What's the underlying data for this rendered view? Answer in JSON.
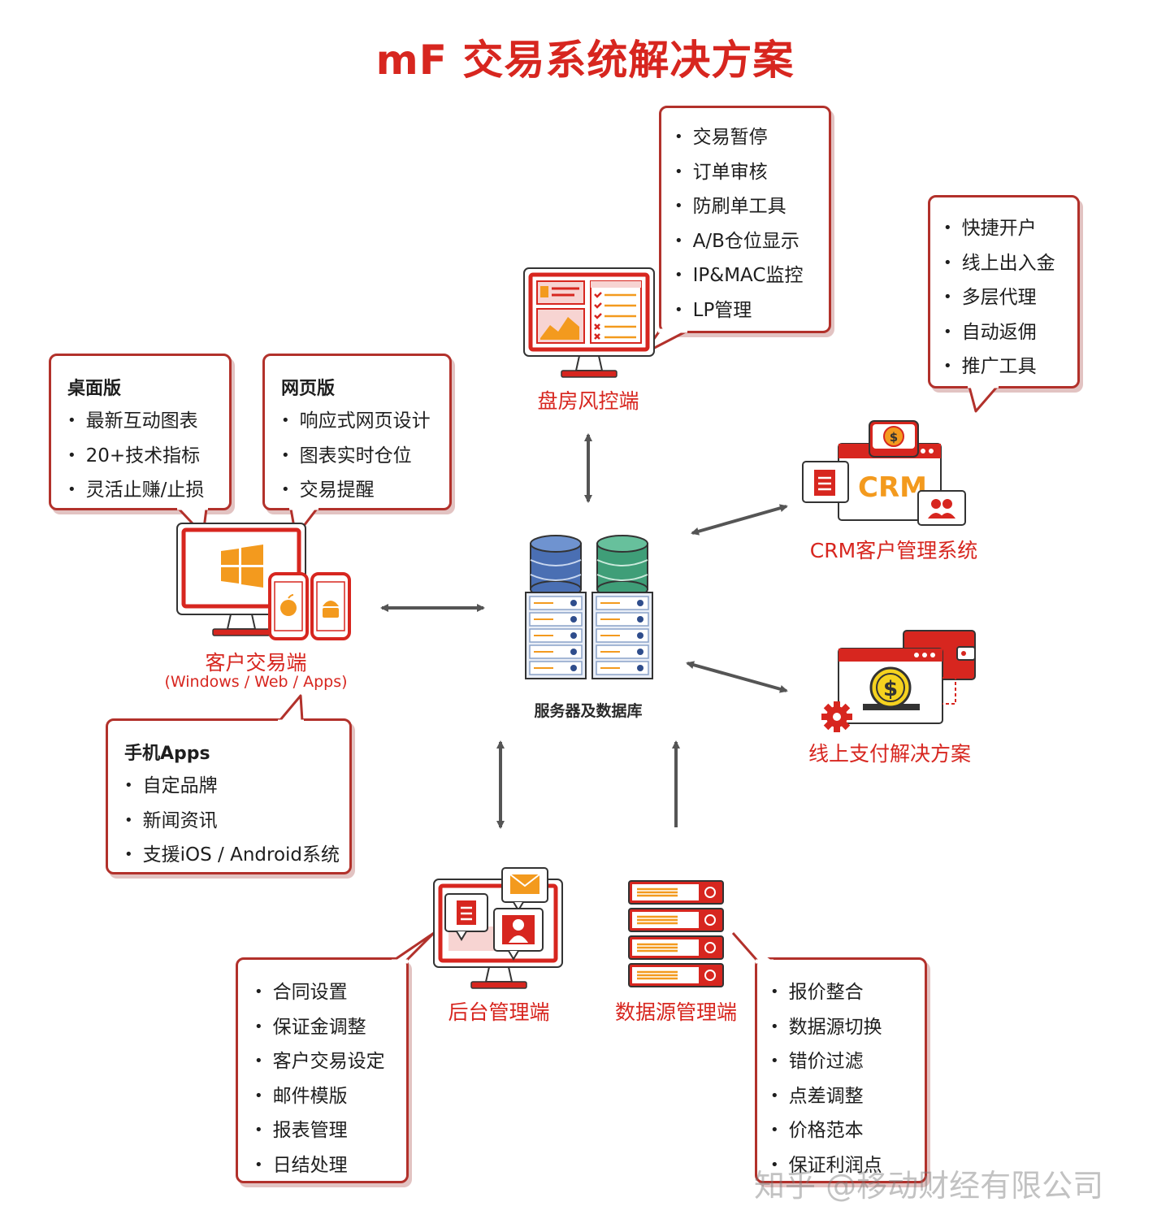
{
  "title": "mF 交易系统解决方案",
  "callouts": {
    "risk": {
      "items": [
        "交易暂停",
        "订单审核",
        "防刷单工具",
        "A/B仓位显示",
        "IP&MAC监控",
        "LP管理"
      ]
    },
    "crm": {
      "items": [
        "快捷开户",
        "线上出入金",
        "多层代理",
        "自动返佣",
        "推广工具"
      ]
    },
    "desktop": {
      "heading": "桌面版",
      "items": [
        "最新互动图表",
        "20+技术指标",
        "灵活止赚/止损"
      ]
    },
    "web": {
      "heading": "网页版",
      "items": [
        "响应式网页设计",
        "图表实时仓位",
        "交易提醒"
      ]
    },
    "mobile": {
      "heading": "手机Apps",
      "items": [
        "自定品牌",
        "新闻资讯",
        "支援iOS / Android系统"
      ]
    },
    "backend": {
      "items": [
        "合同设置",
        "保证金调整",
        "客户交易设定",
        "邮件模版",
        "报表管理",
        "日结处理"
      ]
    },
    "datasource": {
      "items": [
        "报价整合",
        "数据源切换",
        "错价过滤",
        "点差调整",
        "价格范本",
        "保证利润点"
      ]
    }
  },
  "nodes": {
    "risk": "盘房风控端",
    "crm": "CRM客户管理系统",
    "client": "客户交易端",
    "client_sub": "(Windows / Web / Apps)",
    "server": "服务器及数据库",
    "payment": "线上支付解决方案",
    "backend": "后台管理端",
    "datasource": "数据源管理端"
  },
  "icon_text": {
    "crm": "CRM"
  },
  "watermark": "知乎 @移动财经有限公司",
  "colors": {
    "brand_red": "#d7261f",
    "border_red": "#b2312b",
    "arrow_gray": "#555555",
    "orange": "#f39a1e"
  }
}
